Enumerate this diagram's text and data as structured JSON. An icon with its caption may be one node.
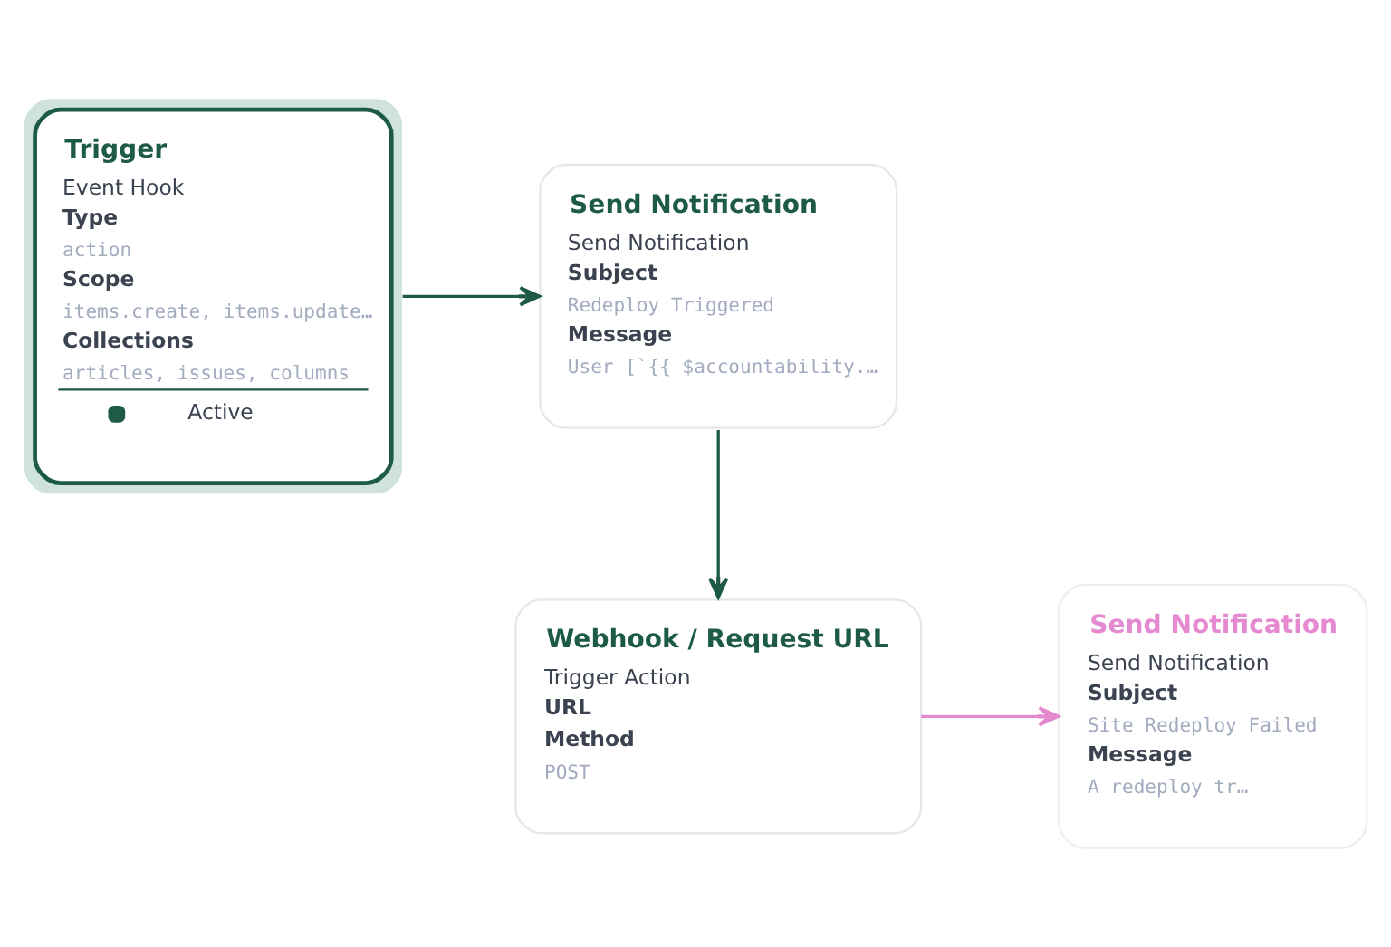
{
  "diagram": {
    "nodes": [
      {
        "text": [
          "Trigger",
          "Event Hook",
          "Type",
          "action",
          "Scope",
          "items.create, items.update…",
          "Collections",
          "articles, issues, columns",
          "Active"
        ]
      },
      {
        "text": [
          "Send Notification",
          "Send Notification",
          "Subject",
          "Redeploy Triggered",
          "Message",
          "User [`{{ $accountability.…"
        ]
      },
      {
        "text": [
          "Webhook / Request URL",
          "Trigger Action",
          "URL",
          "Method",
          "POST"
        ]
      },
      {
        "text": [
          "Send Notification",
          "Send Notification",
          "Subject",
          "Site Redeploy Failed",
          "Message",
          "A redeploy tr…"
        ]
      }
    ],
    "edges": [
      {
        "from": 0,
        "to": 1,
        "arrow": "to"
      },
      {
        "from": 1,
        "to": 2,
        "arrow": "to"
      },
      {
        "from": 2,
        "to": 3,
        "arrow": "to",
        "color": "#e58ad0"
      }
    ]
  }
}
